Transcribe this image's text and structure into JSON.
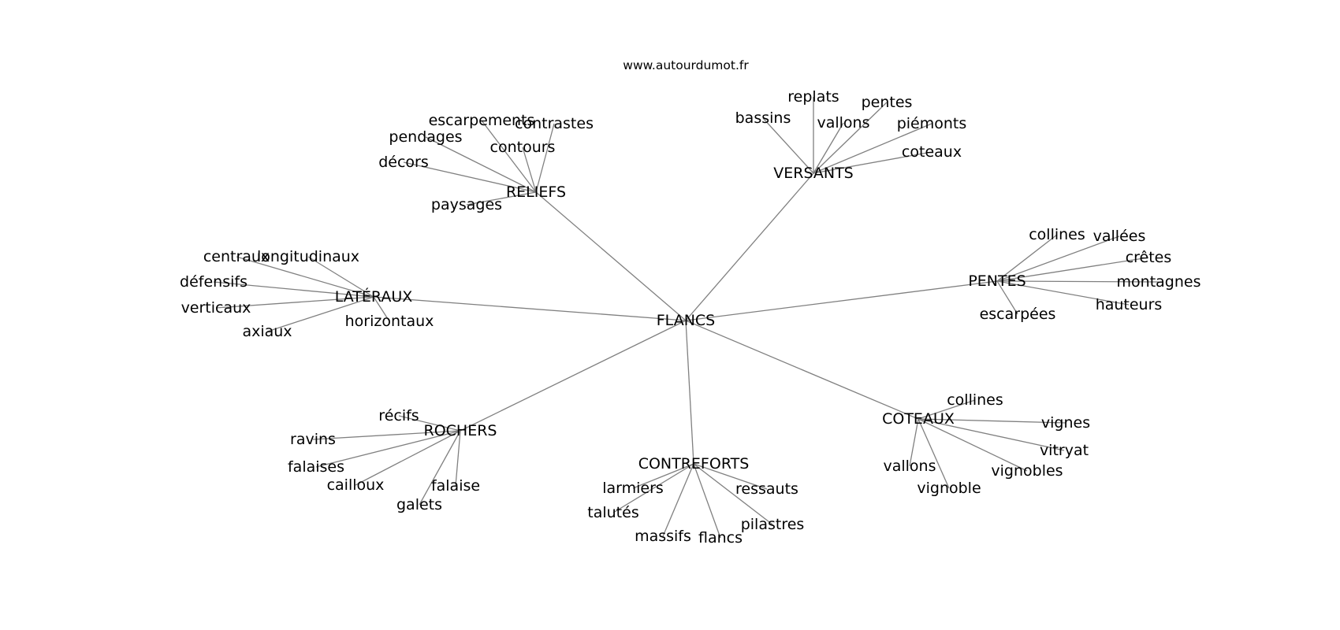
{
  "source": "www.autourdumot.fr",
  "center": "FLANCS",
  "groups": [
    {
      "label": "RELIEFS",
      "children": [
        "escarpements",
        "contrastes",
        "pendages",
        "contours",
        "décors",
        "paysages"
      ]
    },
    {
      "label": "VERSANTS",
      "children": [
        "replats",
        "bassins",
        "pentes",
        "vallons",
        "piémonts",
        "coteaux"
      ]
    },
    {
      "label": "LATÉRAUX",
      "children": [
        "centraux",
        "longitudinaux",
        "défensifs",
        "verticaux",
        "axiaux",
        "horizontaux"
      ]
    },
    {
      "label": "PENTES",
      "children": [
        "collines",
        "vallées",
        "crêtes",
        "montagnes",
        "hauteurs",
        "escarpées"
      ]
    },
    {
      "label": "ROCHERS",
      "children": [
        "récifs",
        "ravins",
        "falaises",
        "cailloux",
        "falaise",
        "galets"
      ]
    },
    {
      "label": "CONTREFORTS",
      "children": [
        "larmiers",
        "ressauts",
        "talutés",
        "massifs",
        "flancs",
        "pilastres"
      ]
    },
    {
      "label": "COTEAUX",
      "children": [
        "collines",
        "vignes",
        "vitryat",
        "vallons",
        "vignobles",
        "vignoble"
      ]
    }
  ]
}
